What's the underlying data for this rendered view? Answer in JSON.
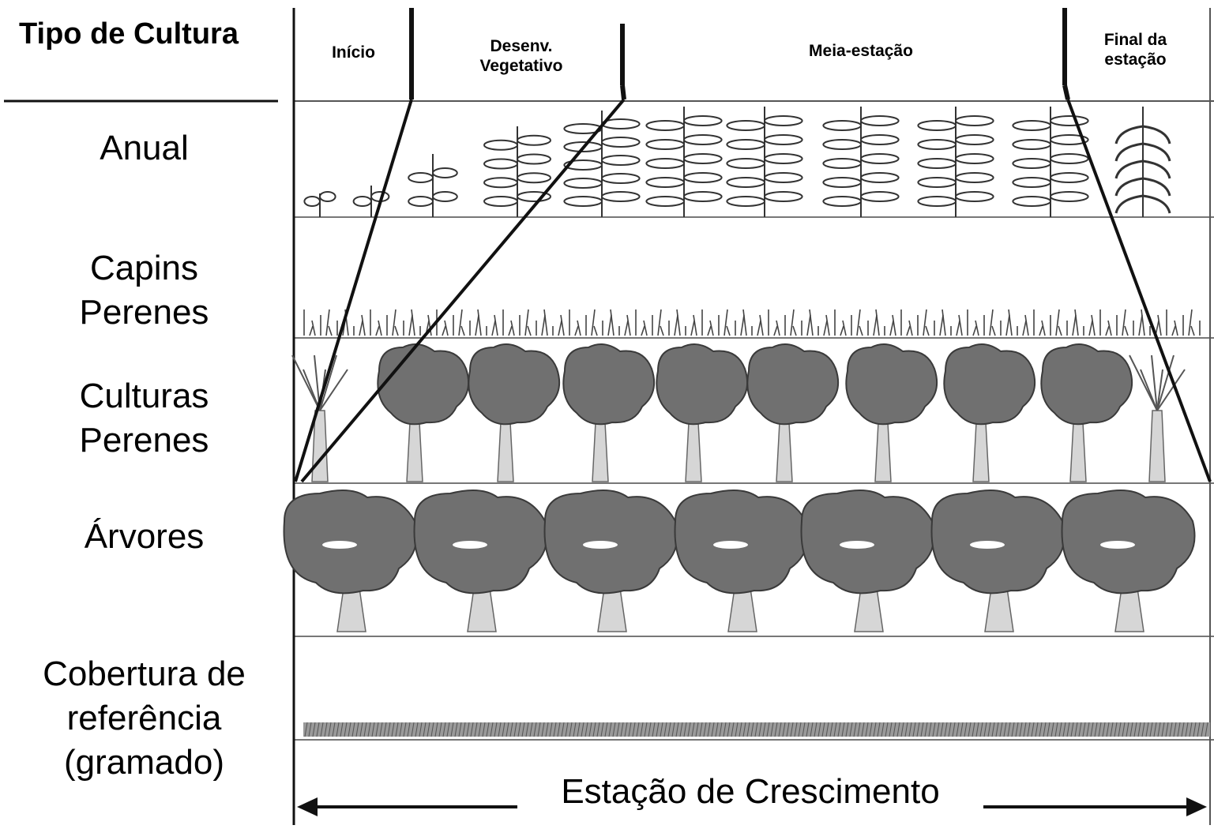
{
  "header": {
    "crop_type_title": "Tipo de Cultura",
    "stages": {
      "initial": "Início",
      "development": [
        "Desenv.",
        "Vegetativo"
      ],
      "mid": "Meia-estação",
      "late": [
        "Final da",
        "estação"
      ]
    }
  },
  "rows": {
    "annual": [
      "Anual"
    ],
    "perennial_grass": [
      "Capins",
      "Perenes"
    ],
    "perennial_crops": [
      "Culturas",
      "Perenes"
    ],
    "trees": [
      "Árvores"
    ],
    "reference": [
      "Cobertura de",
      "referência",
      "(gramado)"
    ]
  },
  "footer": {
    "growing_season": "Estação de Crescimento"
  },
  "colors": {
    "canopy": "#707070",
    "canopy_dark": "#3a3a3a",
    "trunk": "#d6d6d6",
    "line": "#111111"
  }
}
